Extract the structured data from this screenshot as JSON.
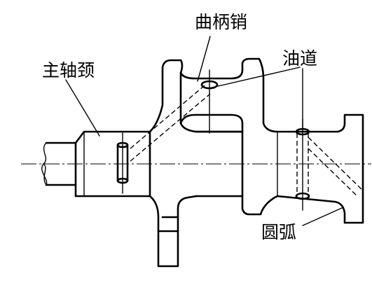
{
  "labels": {
    "crank_pin": "曲柄销",
    "oil_passage": "油道",
    "main_journal": "主轴颈",
    "fillet_arc": "圆弧"
  }
}
